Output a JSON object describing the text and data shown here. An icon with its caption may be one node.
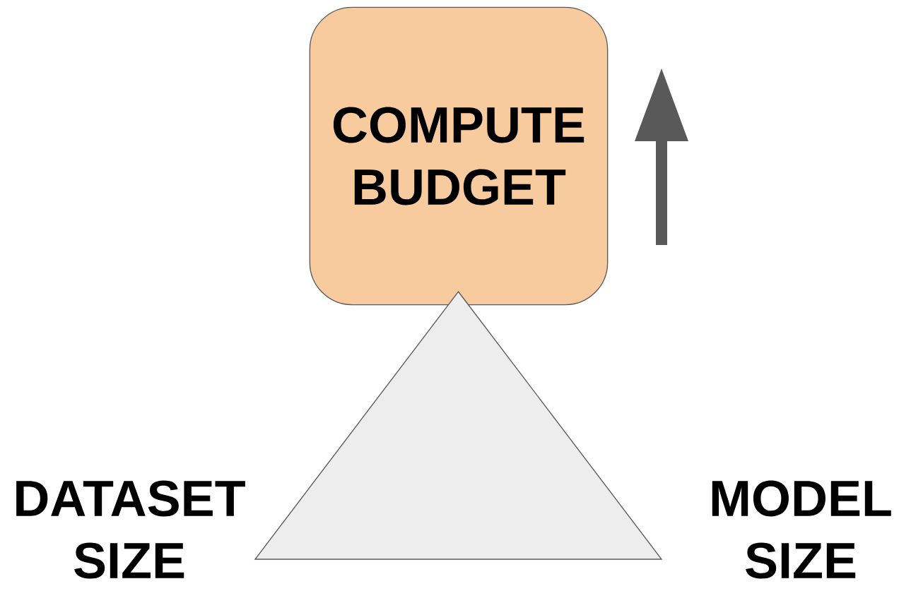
{
  "diagram": {
    "nodes": [
      {
        "text": [
          "COMPUTE BUDGET"
        ]
      },
      {
        "text": [],
        "shape": "triangle"
      }
    ],
    "labels": [
      "DATASET SIZE",
      "MODEL SIZE"
    ]
  }
}
